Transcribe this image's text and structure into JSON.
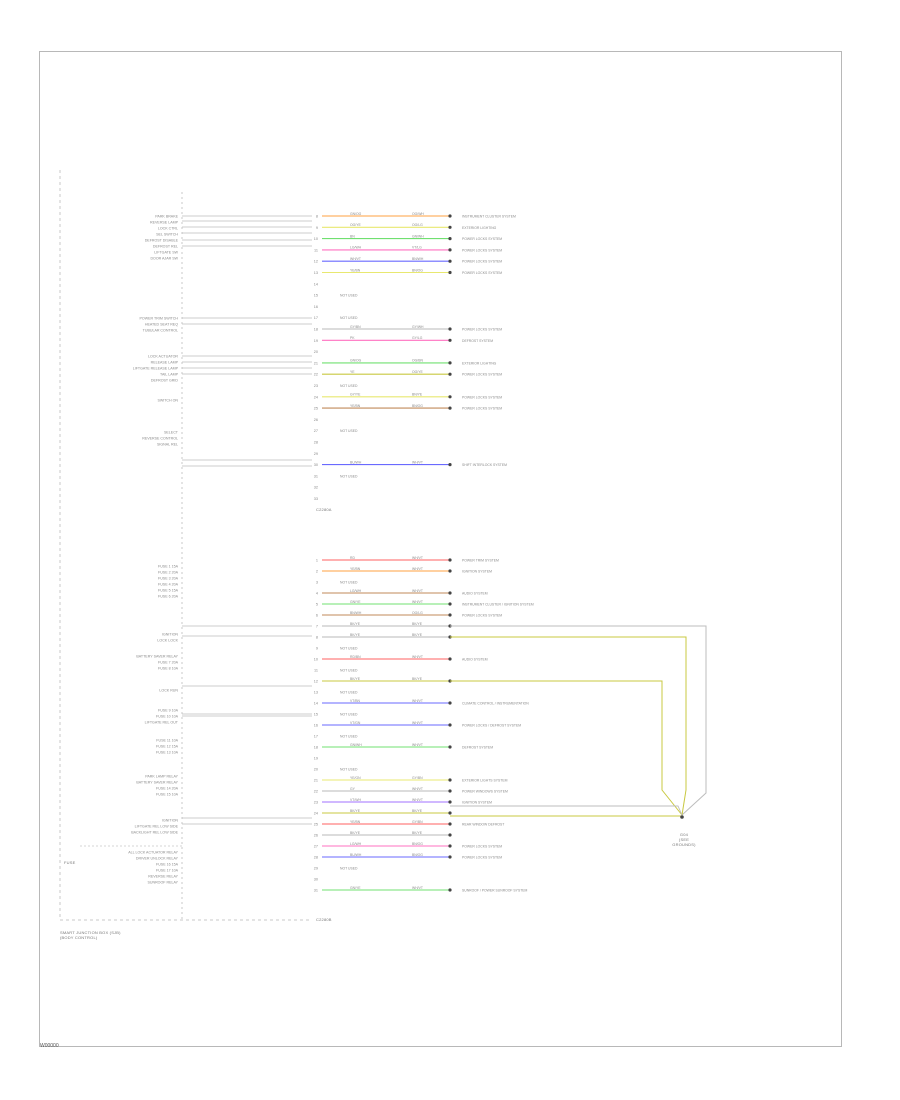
{
  "frame": {
    "footer_code": "W00000"
  },
  "captions": {
    "power_label": "FUSE",
    "module_name_line1": "SMART JUNCTION BOX (SJB)",
    "module_name_line2": "(BODY CONTROL)",
    "connector_a": "C2280A",
    "connector_b": "C2280B",
    "ground_line1": "G04",
    "ground_line2": "(SEE",
    "ground_line3": "GROUNDS)"
  },
  "colors": {
    "wire": "#bdbdbd",
    "dashed": "#c8c8c8",
    "label": "#8a8a8a",
    "pin_dot": "#444444",
    "return_wire": "#d9d9a0",
    "wire_colors": {
      "red": "#ff6060",
      "orange": "#ffa040",
      "green": "#70e070",
      "pink": "#ff70c0",
      "blue": "#6a6aff",
      "purple": "#9a60d0",
      "yellow": "#e8e870",
      "olive": "#c8c840",
      "brown": "#c08a5a",
      "violet": "#a070ff",
      "grey": "#b8b8b8"
    }
  },
  "upper_block": {
    "left_labels": [
      "PARK BRAKE",
      "REVERSE LAMP",
      "LOCK CTRL",
      "SEL SWITCH",
      "DEFROST DISABLE",
      "DEFROST REL",
      "LIFTGATE SW",
      "DOOR AJAR SW",
      "POWER TRIM SWITCH",
      "HEATED SEAT REQ",
      "TUBULAR CONTROL",
      "LOCK ACTUATOR",
      "RELEASE LAMP",
      "LIFTGATE RELEASE LAMP",
      "TAIL LAMP",
      "DEFROST GRID",
      "SWITCH ON",
      "SELECT",
      "REVERSE CONTROL",
      "SIGNAL REL"
    ],
    "pins": [
      {
        "pin": "8",
        "code": "GN/OG",
        "color": "orange",
        "end": "OG/WH",
        "dest": "INSTRUMENT CLUSTER SYSTEM"
      },
      {
        "pin": "9",
        "code": "OG/YE",
        "color": "yellow",
        "end": "OG/LG",
        "dest": "EXTERIOR LIGHTING"
      },
      {
        "pin": "10",
        "code": "BN",
        "color": "green",
        "end": "GN/WH",
        "dest": "POWER LOCKS SYSTEM"
      },
      {
        "pin": "11",
        "code": "LG/WH",
        "color": "pink",
        "end": "VT/LG",
        "dest": "POWER LOCKS SYSTEM"
      },
      {
        "pin": "12",
        "code": "WH/VT",
        "color": "blue",
        "end": "BN/WH",
        "dest": "POWER LOCKS SYSTEM"
      },
      {
        "pin": "13",
        "code": "YE/BN",
        "color": "yellow",
        "end": "BN/OG",
        "dest": "POWER LOCKS SYSTEM"
      },
      {
        "pin": "14",
        "code": "",
        "color": "",
        "end": "",
        "dest": ""
      },
      {
        "pin": "15",
        "code": "NOT USED",
        "color": "",
        "end": "",
        "dest": ""
      },
      {
        "pin": "16",
        "code": "",
        "color": "",
        "end": "",
        "dest": ""
      },
      {
        "pin": "17",
        "code": "NOT USED",
        "color": "",
        "end": "",
        "dest": ""
      },
      {
        "pin": "18",
        "code": "GY/BN",
        "color": "grey",
        "end": "GY/WH",
        "dest": "POWER LOCKS SYSTEM"
      },
      {
        "pin": "19",
        "code": "PK",
        "color": "pink",
        "end": "GY/LG",
        "dest": "DEFROST SYSTEM"
      },
      {
        "pin": "20",
        "code": "",
        "color": "",
        "end": "",
        "dest": ""
      },
      {
        "pin": "21",
        "code": "GN/OG",
        "color": "green",
        "end": "OG/BN",
        "dest": "EXTERIOR LIGHTING"
      },
      {
        "pin": "22",
        "code": "YE",
        "color": "olive",
        "end": "OG/YE",
        "dest": "POWER LOCKS SYSTEM"
      },
      {
        "pin": "23",
        "code": "NOT USED",
        "color": "",
        "end": "",
        "dest": ""
      },
      {
        "pin": "24",
        "code": "GY/YE",
        "color": "yellow",
        "end": "BN/YE",
        "dest": "POWER LOCKS SYSTEM"
      },
      {
        "pin": "25",
        "code": "YE/BN",
        "color": "brown",
        "end": "BN/OG",
        "dest": "POWER LOCKS SYSTEM"
      },
      {
        "pin": "26",
        "code": "",
        "color": "",
        "end": "",
        "dest": ""
      },
      {
        "pin": "27",
        "code": "NOT USED",
        "color": "",
        "end": "",
        "dest": ""
      },
      {
        "pin": "28",
        "code": "",
        "color": "",
        "end": "",
        "dest": ""
      },
      {
        "pin": "29",
        "code": "",
        "color": "",
        "end": "",
        "dest": ""
      },
      {
        "pin": "30",
        "code": "BU/WH",
        "color": "blue",
        "end": "WH/VT",
        "dest": "SHIFT INTERLOCK SYSTEM"
      },
      {
        "pin": "31",
        "code": "NOT USED",
        "color": "",
        "end": "",
        "dest": ""
      },
      {
        "pin": "32",
        "code": "",
        "color": "",
        "end": "",
        "dest": ""
      },
      {
        "pin": "33",
        "code": "",
        "color": "",
        "end": "",
        "dest": ""
      }
    ]
  },
  "lower_block": {
    "left_labels": [
      "FUSE 1 15A",
      "FUSE 2 20A",
      "FUSE 3 20A",
      "FUSE 4 20A",
      "FUSE 5 15A",
      "FUSE 6 20A",
      "IGNITION",
      "LOCK LOCK",
      "BATTERY SAVER RELAY",
      "FUSE 7 20A",
      "FUSE 8 10A",
      "LOCK RUN",
      "FUSE 9 10A",
      "FUSE 10 10A",
      "LIFTGATE REL OUT",
      "FUSE 11 10A",
      "FUSE 12 15A",
      "FUSE 13 10A",
      "PARK LAMP RELAY",
      "BATTERY SAVER RELAY",
      "FUSE 14 20A",
      "FUSE 15 10A",
      "IGNITION",
      "LIFTGATE REL LOW SIDE",
      "BACKLIGHT REL LOW SIDE",
      "ALL LOCK ACTUATOR RELAY",
      "DRIVER UNLOCK RELAY",
      "FUSE 16 15A",
      "FUSE 17 10A",
      "REVERSE RELAY",
      "SUNROOF RELAY"
    ],
    "pins": [
      {
        "pin": "1",
        "code": "RD",
        "color": "red",
        "end": "WH/VT",
        "dest": "POWER TRIM SYSTEM"
      },
      {
        "pin": "2",
        "code": "YE/BN",
        "color": "orange",
        "end": "WH/VT",
        "dest": "IGNITION SYSTEM"
      },
      {
        "pin": "3",
        "code": "NOT USED",
        "color": "",
        "end": "",
        "dest": ""
      },
      {
        "pin": "4",
        "code": "LG/WH",
        "color": "brown",
        "end": "WH/VT",
        "dest": "AUDIO SYSTEM"
      },
      {
        "pin": "5",
        "code": "GN/YE",
        "color": "green",
        "end": "WH/VT",
        "dest": "INSTRUMENT CLUSTER / IGNITION SYSTEM"
      },
      {
        "pin": "6",
        "code": "BN/WH",
        "color": "brown",
        "end": "OG/LG",
        "dest": "POWER LOCKS SYSTEM"
      },
      {
        "pin": "7",
        "code": "BK/YE",
        "color": "grey",
        "end": "BK/YE",
        "dest": ""
      },
      {
        "pin": "8",
        "code": "BK/YE",
        "color": "grey",
        "end": "BK/YE",
        "dest": ""
      },
      {
        "pin": "9",
        "code": "NOT USED",
        "color": "",
        "end": "",
        "dest": ""
      },
      {
        "pin": "10",
        "code": "RD/BN",
        "color": "red",
        "end": "WH/VT",
        "dest": "AUDIO SYSTEM"
      },
      {
        "pin": "11",
        "code": "NOT USED",
        "color": "",
        "end": "",
        "dest": ""
      },
      {
        "pin": "12",
        "code": "BK/YE",
        "color": "olive",
        "end": "BK/YE",
        "dest": ""
      },
      {
        "pin": "13",
        "code": "NOT USED",
        "color": "",
        "end": "",
        "dest": ""
      },
      {
        "pin": "14",
        "code": "VT/BN",
        "color": "blue",
        "end": "WH/VT",
        "dest": "CLIMATE CONTROL / INSTRUMENTATION"
      },
      {
        "pin": "15",
        "code": "NOT USED",
        "color": "",
        "end": "",
        "dest": ""
      },
      {
        "pin": "16",
        "code": "VT/GN",
        "color": "blue",
        "end": "WH/VT",
        "dest": "POWER LOCKS / DEFROST SYSTEM"
      },
      {
        "pin": "17",
        "code": "NOT USED",
        "color": "",
        "end": "",
        "dest": ""
      },
      {
        "pin": "18",
        "code": "GN/WH",
        "color": "green",
        "end": "WH/VT",
        "dest": "DEFROST SYSTEM"
      },
      {
        "pin": "19",
        "code": "",
        "color": "",
        "end": "",
        "dest": ""
      },
      {
        "pin": "20",
        "code": "NOT USED",
        "color": "",
        "end": "",
        "dest": ""
      },
      {
        "pin": "21",
        "code": "YE/GN",
        "color": "yellow",
        "end": "GY/BN",
        "dest": "EXTERIOR LIGHTS SYSTEM"
      },
      {
        "pin": "22",
        "code": "GY",
        "color": "grey",
        "end": "WH/VT",
        "dest": "POWER WINDOWS SYSTEM"
      },
      {
        "pin": "23",
        "code": "VT/WH",
        "color": "violet",
        "end": "WH/VT",
        "dest": "IGNITION SYSTEM"
      },
      {
        "pin": "24",
        "code": "BK/YE",
        "color": "olive",
        "end": "BK/YE",
        "dest": ""
      },
      {
        "pin": "25",
        "code": "YE/BN",
        "color": "red",
        "end": "GY/BN",
        "dest": "REAR WINDOW DEFROST"
      },
      {
        "pin": "26",
        "code": "BK/YE",
        "color": "grey",
        "end": "BK/YE",
        "dest": ""
      },
      {
        "pin": "27",
        "code": "LG/WH",
        "color": "pink",
        "end": "BN/OG",
        "dest": "POWER LOCKS SYSTEM"
      },
      {
        "pin": "28",
        "code": "BU/WH",
        "color": "blue",
        "end": "BN/OG",
        "dest": "POWER LOCKS SYSTEM"
      },
      {
        "pin": "29",
        "code": "NOT USED",
        "color": "",
        "end": "",
        "dest": ""
      },
      {
        "pin": "30",
        "code": "",
        "color": "",
        "end": "",
        "dest": ""
      },
      {
        "pin": "31",
        "code": "GN/YE",
        "color": "green",
        "end": "WH/VT",
        "dest": "SUNROOF / POWER SUNROOF SYSTEM"
      }
    ]
  }
}
